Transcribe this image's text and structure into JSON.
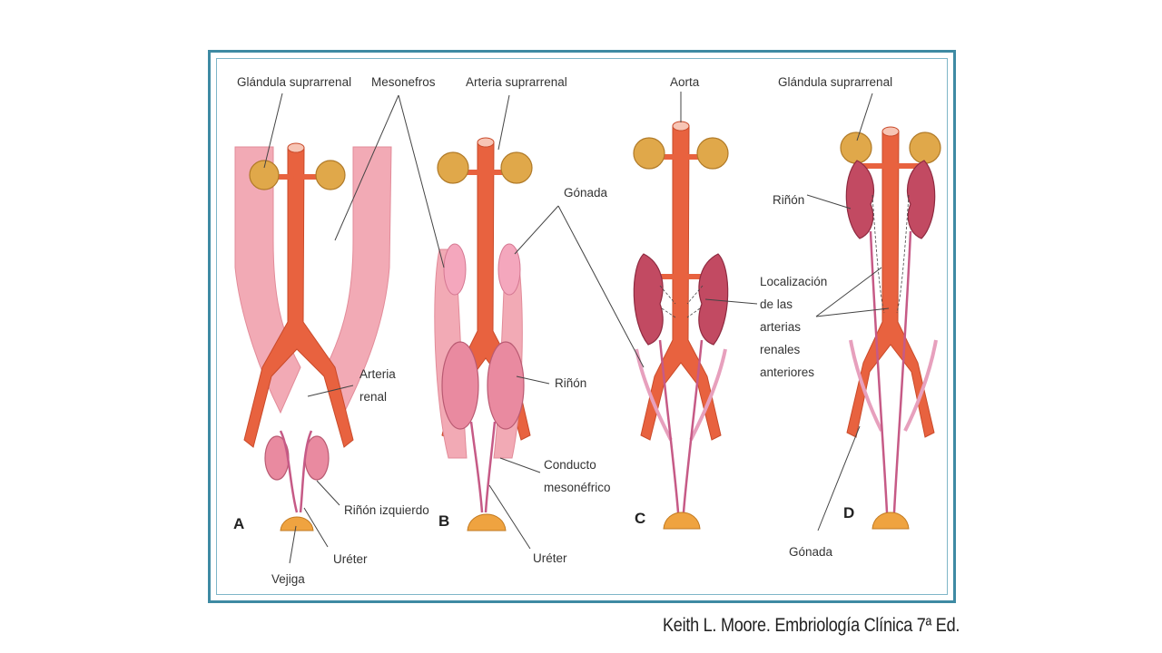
{
  "labels": {
    "glandula_suprarrenal_a": "Glándula suprarrenal",
    "mesonefros": "Mesonefros",
    "arteria_suprarrenal": "Arteria suprarrenal",
    "aorta": "Aorta",
    "glandula_suprarrenal_d": "Glándula suprarrenal",
    "gonada_b": "Gónada",
    "rinon_d": "Riñón",
    "localizacion_1": "Localización",
    "localizacion_2": "de las",
    "localizacion_3": "arterias",
    "localizacion_4": "renales",
    "localizacion_5": "anteriores",
    "arteria_renal_1": "Arteria",
    "arteria_renal_2": "renal",
    "rinon_b": "Riñón",
    "conducto_1": "Conducto",
    "conducto_2": "mesonéfrico",
    "rinon_izquierdo": "Riñón izquierdo",
    "ureter_a": "Uréter",
    "ureter_b": "Uréter",
    "vejiga": "Vejiga",
    "gonada_d": "Gónada"
  },
  "panels": [
    "A",
    "B",
    "C",
    "D"
  ],
  "citation": "Keith L. Moore. Embriología Clínica 7ª Ed.",
  "colors": {
    "frame": "#3e8aa3",
    "aorta": "#e8623f",
    "adrenal": "#e0a84a",
    "mesonephros": "#f2aab5",
    "kidney": "#c24a62",
    "bladder": "#efa340"
  }
}
